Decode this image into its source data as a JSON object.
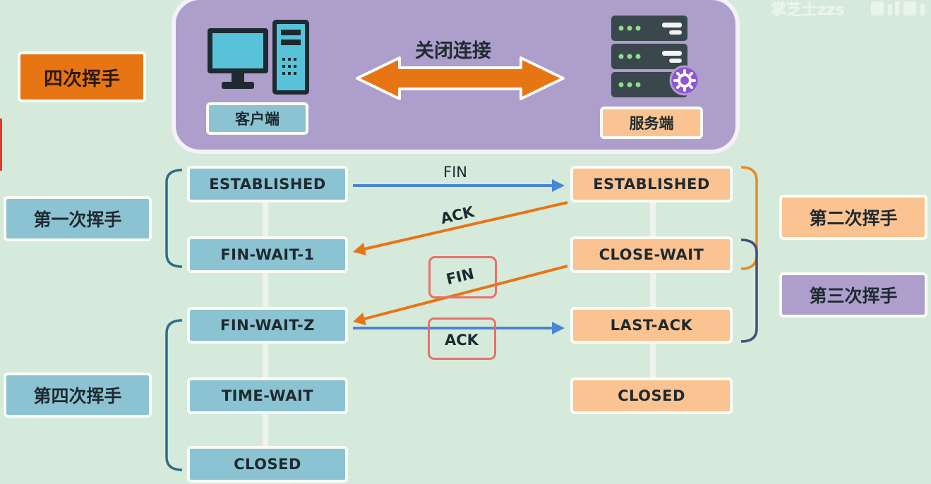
{
  "title": "四次挥手",
  "panel": {
    "arrow_label": "关闭连接",
    "client_label": "客户端",
    "server_label": "服务端"
  },
  "watermark": "掌芝士zzs",
  "stages": {
    "first": "第一次挥手",
    "second": "第二次挥手",
    "third": "第三次挥手",
    "fourth": "第四次挥手"
  },
  "client_states": [
    "ESTABLISHED",
    "FIN-WAIT-1",
    "FIN-WAIT-Z",
    "TIME-WAIT",
    "CLOSED"
  ],
  "server_states": [
    "ESTABLISHED",
    "CLOSE-WAIT",
    "LAST-ACK",
    "CLOSED"
  ],
  "messages": {
    "m1": "FIN",
    "m2": "ACK",
    "m3": "FIN",
    "m4": "ACK"
  },
  "colors": {
    "background": "#d6eadb",
    "client": "#8cc3d3",
    "server": "#fbc392",
    "panel": "#ae9ecb",
    "title": "#e87514",
    "arrow_blue": "#4a86d6",
    "arrow_orange": "#e87514",
    "highlight": "#e8706b"
  }
}
